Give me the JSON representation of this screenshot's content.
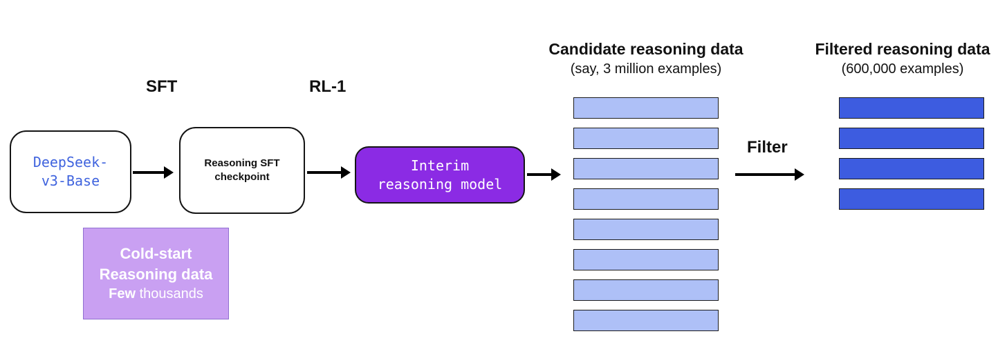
{
  "diagram": {
    "nodes": {
      "base_model": {
        "line1": "DeepSeek-",
        "line2": "v3-Base",
        "text_color": "#3F63DE"
      },
      "sft_checkpoint": {
        "line1": "Reasoning SFT",
        "line2": "checkpoint"
      },
      "interim_model": {
        "line1": "Interim",
        "line2": "reasoning model",
        "bg_color": "#8B2BE4"
      },
      "cold_start": {
        "line1": "Cold-start",
        "line2": "Reasoning data",
        "line3_bold": "Few",
        "line3_rest": " thousands",
        "bg_color": "#C9A0F2"
      }
    },
    "labels": {
      "sft": "SFT",
      "rl1": "RL-1",
      "filter": "Filter"
    },
    "candidate": {
      "title": "Candidate reasoning data",
      "subtitle": "(say, 3 million examples)",
      "bar_count": 8,
      "bar_color": "#AEC0F7"
    },
    "filtered": {
      "title": "Filtered reasoning data",
      "subtitle": "(600,000 examples)",
      "bar_count": 4,
      "bar_color": "#3D5CE0"
    }
  }
}
